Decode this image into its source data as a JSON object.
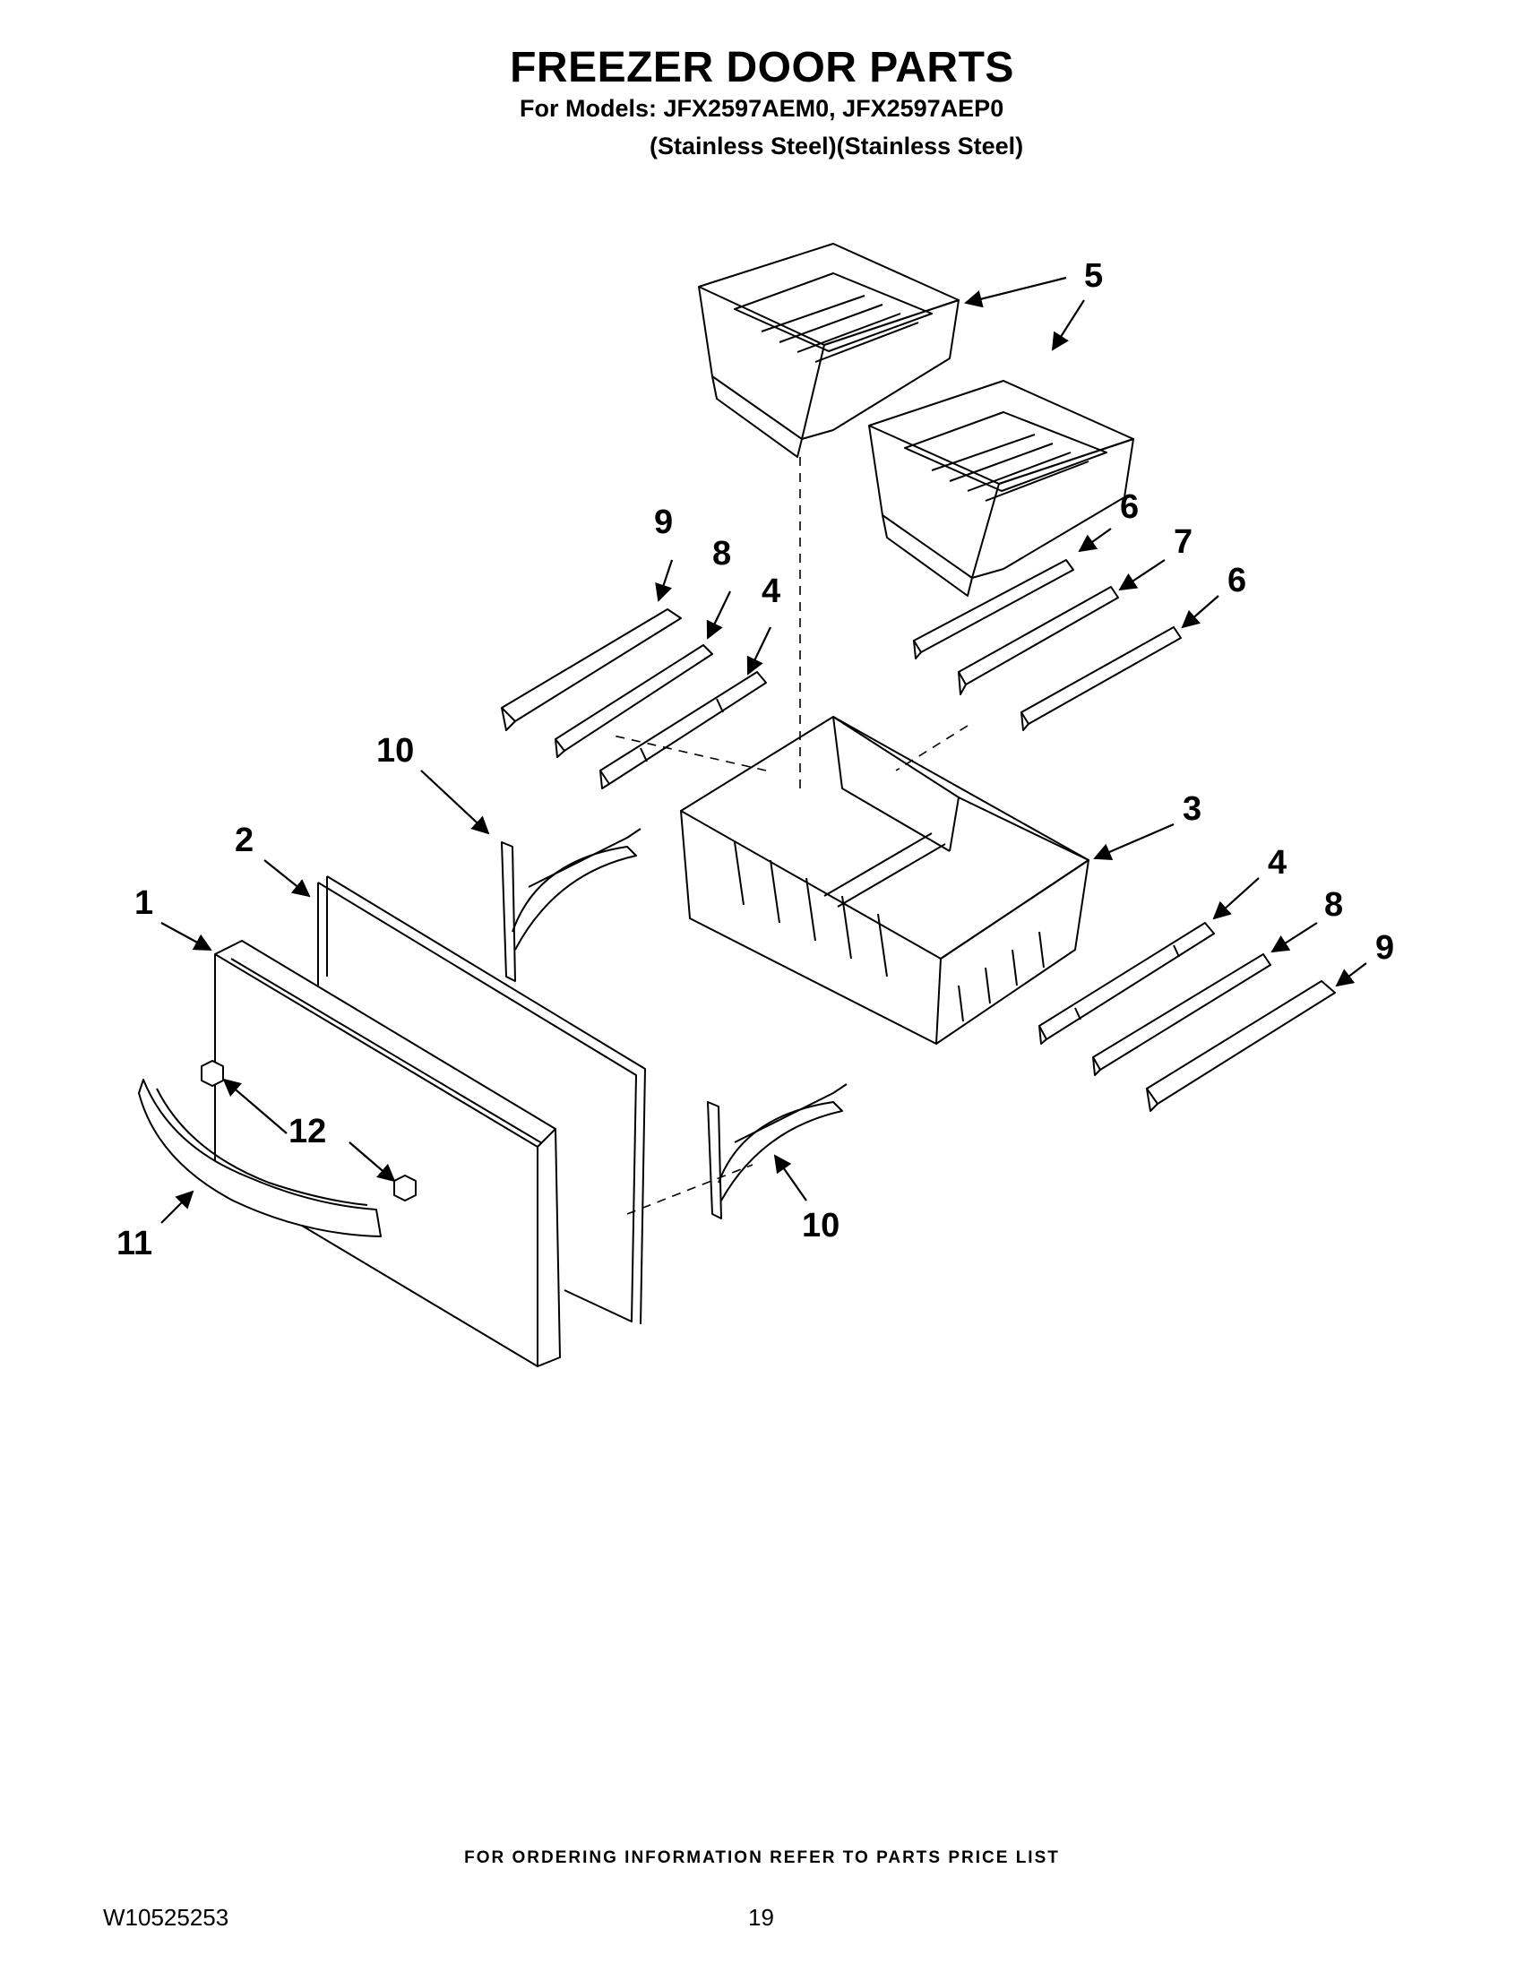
{
  "title": "FREEZER DOOR PARTS",
  "models_line": "For Models: JFX2597AEM0, JFX2597AEP0",
  "finish_line": "(Stainless Steel)(Stainless Steel)",
  "callouts": {
    "c1": "1",
    "c2": "2",
    "c3": "3",
    "c4a": "4",
    "c4b": "4",
    "c5": "5",
    "c6a": "6",
    "c6b": "6",
    "c7": "7",
    "c8a": "8",
    "c8b": "8",
    "c9a": "9",
    "c9b": "9",
    "c10a": "10",
    "c10b": "10",
    "c11": "11",
    "c12": "12"
  },
  "footer_note": "FOR ORDERING INFORMATION REFER TO PARTS PRICE LIST",
  "doc_number": "W10525253",
  "page_number": "19"
}
